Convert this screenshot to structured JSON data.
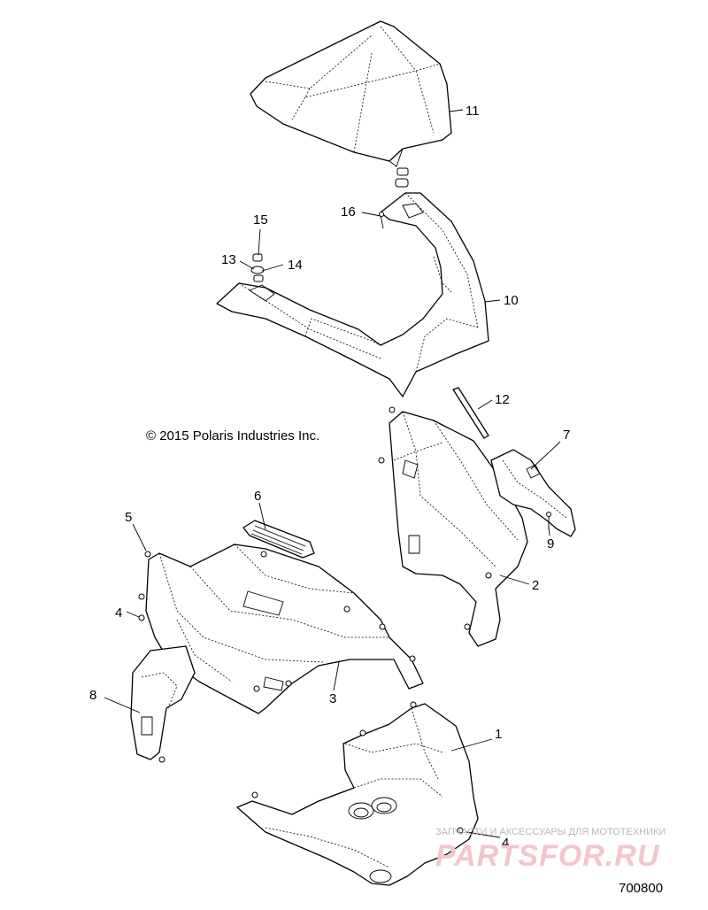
{
  "copyright": "© 2015 Polaris Industries Inc.",
  "diagram_number": "700800",
  "watermark": {
    "tagline": "ЗАПЧАСТИ И АКСЕССУАРЫ ДЛЯ МОТОТЕХНИКИ",
    "brand": "PARTSFOR.RU"
  },
  "callouts": [
    {
      "id": "c11",
      "label": "11"
    },
    {
      "id": "c16",
      "label": "16"
    },
    {
      "id": "c15",
      "label": "15"
    },
    {
      "id": "c13",
      "label": "13"
    },
    {
      "id": "c14",
      "label": "14"
    },
    {
      "id": "c10",
      "label": "10"
    },
    {
      "id": "c12",
      "label": "12"
    },
    {
      "id": "c7",
      "label": "7"
    },
    {
      "id": "c6",
      "label": "6"
    },
    {
      "id": "c5",
      "label": "5"
    },
    {
      "id": "c9",
      "label": "9"
    },
    {
      "id": "c4a",
      "label": "4"
    },
    {
      "id": "c2",
      "label": "2"
    },
    {
      "id": "c8",
      "label": "8"
    },
    {
      "id": "c3",
      "label": "3"
    },
    {
      "id": "c1",
      "label": "1"
    },
    {
      "id": "c4b",
      "label": "4"
    }
  ]
}
